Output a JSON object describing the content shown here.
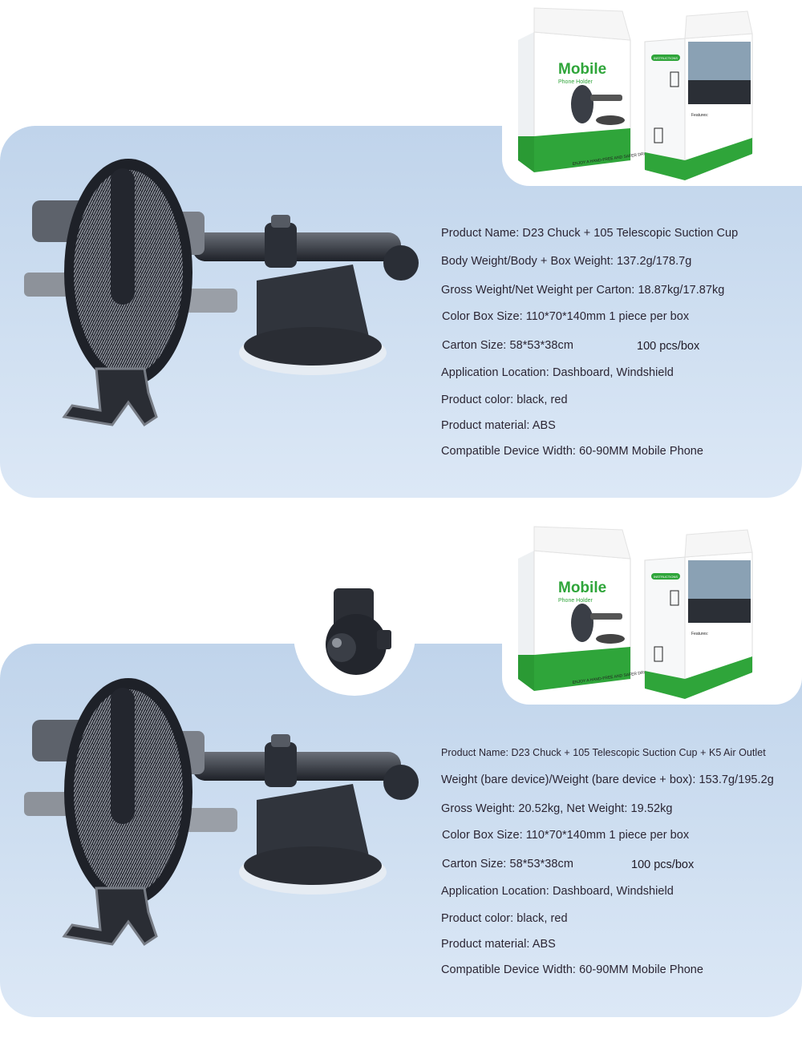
{
  "colors": {
    "panel_top": "#c0d4eb",
    "panel_bottom": "#dce8f6",
    "text": "#2b2533",
    "box_green": "#2fa53a"
  },
  "packaging": {
    "brand_big": "Mobile",
    "brand_small": "Phone Holder",
    "slogan": "ENJOY A HAND-FREE AND SAFER DRIVE",
    "instructions": "INSTRUCTIONS",
    "features": "Features:"
  },
  "sections": [
    {
      "specs": [
        "Product Name: D23 Chuck + 105 Telescopic Suction Cup",
        "Body Weight/Body + Box Weight: 137.2g/178.7g",
        "Gross Weight/Net Weight per Carton: 18.87kg/17.87kg",
        "Color Box Size: 110*70*140mm 1 piece per box",
        "Carton Size: 58*53*38cm",
        "Application Location: Dashboard, Windshield",
        "Product color: black, red",
        "Product material: ABS",
        "Compatible Device Width: 60-90MM Mobile Phone"
      ],
      "carton_qty": "100 pcs/box"
    },
    {
      "specs": [
        "Product Name: D23 Chuck + 105 Telescopic Suction Cup + K5 Air Outlet",
        "Weight (bare device)/Weight (bare device + box): 153.7g/195.2g",
        "Gross Weight: 20.52kg, Net Weight: 19.52kg",
        "Color Box Size: 110*70*140mm 1 piece per box",
        "Carton Size: 58*53*38cm",
        "Application Location: Dashboard, Windshield",
        "Product color: black, red",
        "Product material: ABS",
        "Compatible Device Width: 60-90MM Mobile Phone"
      ],
      "carton_qty": "100 pcs/box"
    }
  ]
}
